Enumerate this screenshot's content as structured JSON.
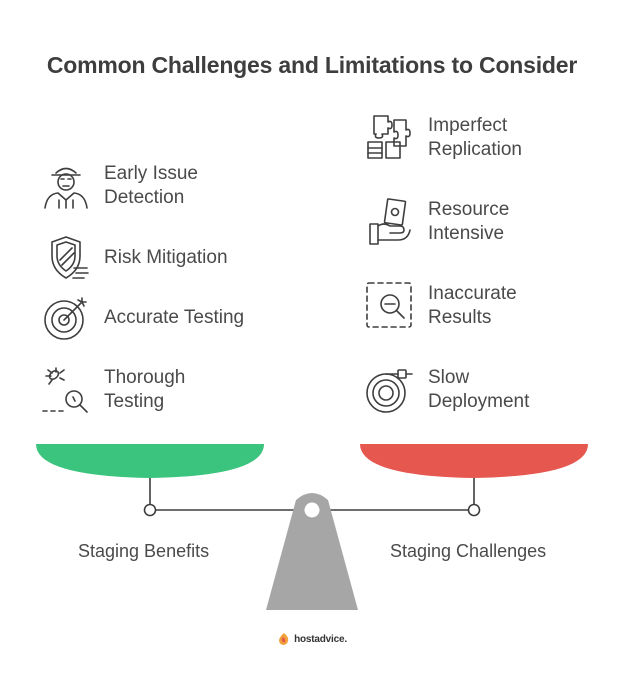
{
  "title": "Common Challenges and Limitations to Consider",
  "benefits": {
    "caption": "Staging Benefits",
    "color": "#3bc47e",
    "items": [
      {
        "label": "Early Issue\nDetection",
        "icon": "detective-icon"
      },
      {
        "label": "Risk Mitigation",
        "icon": "shield-icon"
      },
      {
        "label": "Accurate Testing",
        "icon": "target-icon"
      },
      {
        "label": "Thorough\nTesting",
        "icon": "bug-magnifier-icon"
      }
    ]
  },
  "challenges": {
    "caption": "Staging Challenges",
    "color": "#e5574f",
    "items": [
      {
        "label": "Imperfect\nReplication",
        "icon": "puzzle-icon"
      },
      {
        "label": "Resource\nIntensive",
        "icon": "money-hand-icon"
      },
      {
        "label": "Inaccurate\nResults",
        "icon": "zoom-out-icon"
      },
      {
        "label": "Slow\nDeployment",
        "icon": "hose-icon"
      }
    ]
  },
  "scale": {
    "beam_color": "#3e3e3e",
    "fulcrum_color": "#a6a6a6"
  },
  "footer": {
    "brand": "hostadvice."
  }
}
